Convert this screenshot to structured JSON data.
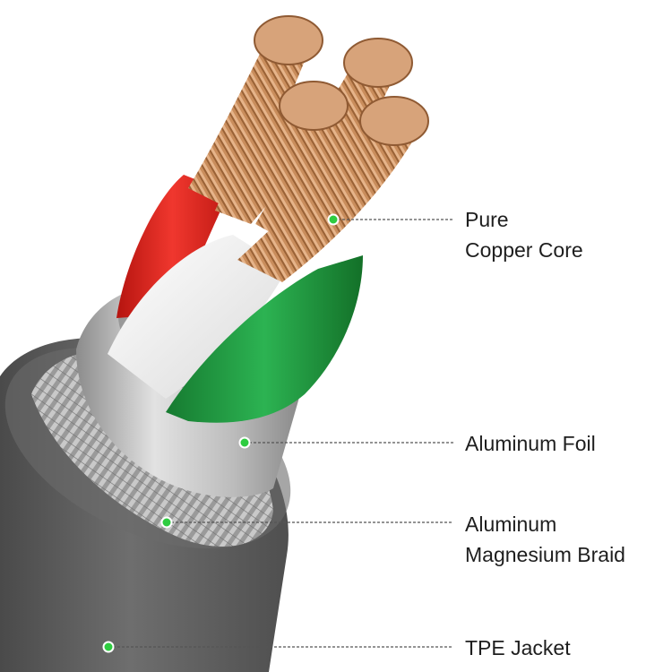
{
  "callouts": {
    "copper_core": {
      "line1": "Pure",
      "line2": "Copper Core"
    },
    "aluminum_foil": {
      "line1": "Aluminum Foil"
    },
    "braid": {
      "line1": "Aluminum",
      "line2": "Magnesium Braid"
    },
    "jacket": {
      "line1": "TPE Jacket"
    }
  },
  "colors": {
    "marker": "#2ecc40",
    "leader": "#555555",
    "jacket": "#5e5e5e",
    "foil": "#b7b7b7",
    "copper": "#c98d5c",
    "red_wire": "#e0261f",
    "white_wire": "#f4f4f4",
    "green_wire": "#1f9a3d"
  }
}
